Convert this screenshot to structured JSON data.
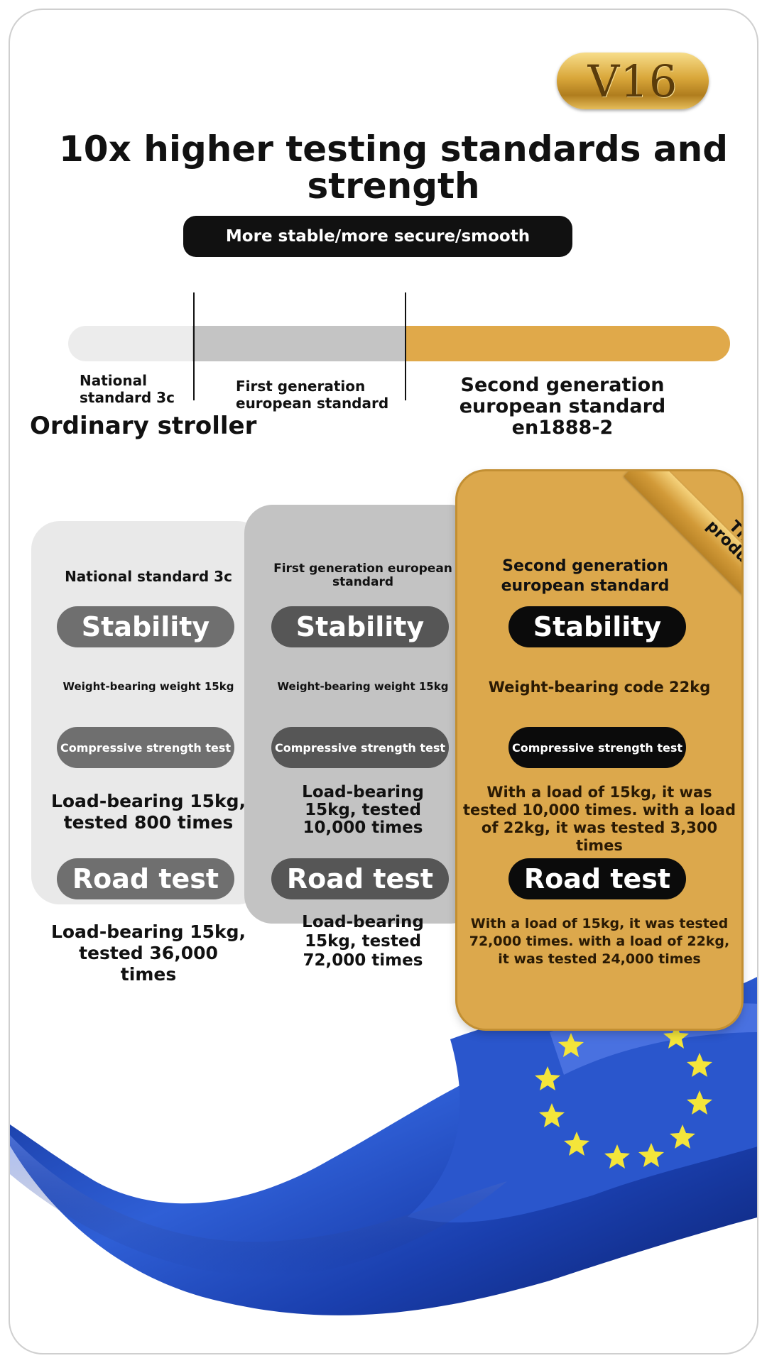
{
  "badge": {
    "text": "V16"
  },
  "title": "10x higher testing standards and strength",
  "subtitle": "More stable/more secure/smooth",
  "scale": {
    "label_national": "National standard 3c",
    "label_ordinary": "Ordinary stroller",
    "label_first": "First generation european standard",
    "label_second": "Second generation european standard en1888-2"
  },
  "columns": [
    {
      "header": "National standard 3c",
      "stability_label": "Stability",
      "stability_detail": "Weight-bearing weight 15kg",
      "compressive_label": "Compressive strength test",
      "compressive_detail": "Load-bearing 15kg, tested 800 times",
      "road_label": "Road test",
      "road_detail": "Load-bearing 15kg, tested 36,000 times"
    },
    {
      "header": "First generation european standard",
      "stability_label": "Stability",
      "stability_detail": "Weight-bearing weight 15kg",
      "compressive_label": "Compressive strength test",
      "compressive_detail": "Load-bearing 15kg, tested 10,000 times",
      "road_label": "Road test",
      "road_detail": "Load-bearing 15kg, tested 72,000 times"
    },
    {
      "header": "Second generation european standard",
      "stability_label": "Stability",
      "stability_detail": "Weight-bearing code 22kg",
      "compressive_label": "Compressive strength test",
      "compressive_detail": "With a load of 15kg, it was tested 10,000 times. with a load of 22kg, it was tested 3,300 times",
      "road_label": "Road test",
      "road_detail": "With a load of 15kg, it was tested 72,000 times. with a load of 22kg, it was tested 24,000 times",
      "ribbon": "This product"
    }
  ],
  "colors": {
    "gold": "#dca84c",
    "flag_blue": "#1f45b8",
    "star_yellow": "#f4e53a",
    "pill_black": "#0b0b0b"
  }
}
